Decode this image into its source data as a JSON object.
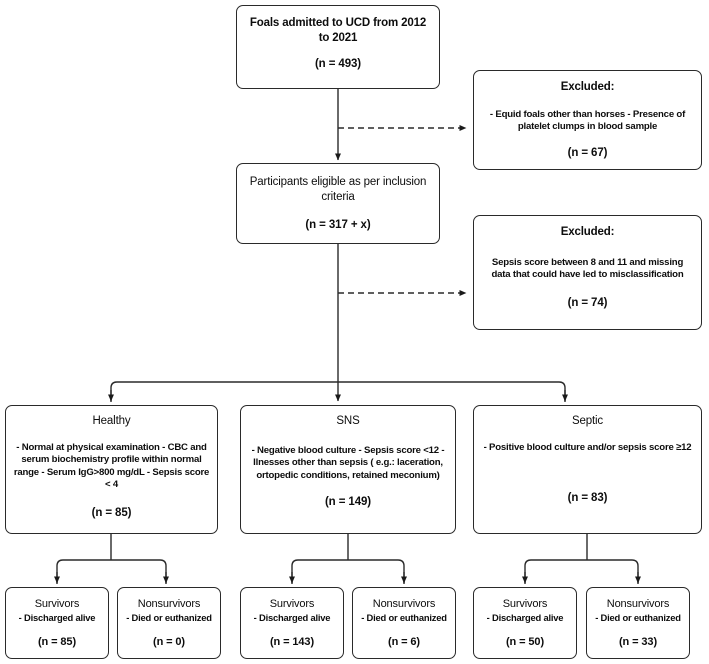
{
  "diagram": {
    "title": "Study participant flow diagram",
    "line_color": "#2a2a2a",
    "box_border_color": "#2a2a2a",
    "background": "#ffffff"
  },
  "nodes": {
    "admitted": {
      "header": "Foals admitted to UCD\nfrom 2012 to 2021",
      "n": "(n = 493)"
    },
    "excluded_1": {
      "header": "Excluded:",
      "details": "- Equid foals other than horses\n- Presence of platelet clumps in blood\nsample",
      "n": "(n = 67)"
    },
    "eligible": {
      "header": "Participants eligible as per inclusion\ncriteria",
      "n": "(n = 317 + x)"
    },
    "excluded_2": {
      "header": "Excluded:",
      "details": "Sepsis score between 8 and 11 and\nmissing data that could have led to\nmisclassification",
      "n": "(n = 74)"
    },
    "healthy": {
      "header": "Healthy",
      "details": "- Normal at physical examination\n- CBC and serum biochemistry profile within\nnormal range\n- Serum IgG>800 mg/dL\n- Sepsis score < 4",
      "n": "(n = 85)"
    },
    "sns": {
      "header": "SNS",
      "details": "- Negative blood culture\n- Sepsis score <12\n- Ilnesses other than sepsis ( e.g.: laceration,\nortopedic conditions, retained meconium)",
      "n": "(n = 149)"
    },
    "septic": {
      "header": "Septic",
      "details": "- Positive blood culture and/or sepsis score\n≥12",
      "n": "(n = 83)"
    }
  },
  "outcomes": [
    {
      "header": "Survivors",
      "details": "- Discharged alive",
      "n": "(n = 85)",
      "group": "Healthy"
    },
    {
      "header": "Nonsurvivors",
      "details": "- Died or euthanized",
      "n": "(n = 0)",
      "group": "Healthy"
    },
    {
      "header": "Survivors",
      "details": "- Discharged alive",
      "n": "(n = 143)",
      "group": "SNS"
    },
    {
      "header": "Nonsurvivors",
      "details": "- Died or euthanized",
      "n": "(n = 6)",
      "group": "SNS"
    },
    {
      "header": "Survivors",
      "details": "- Discharged alive",
      "n": "(n = 50)",
      "group": "Septic"
    },
    {
      "header": "Nonsurvivors",
      "details": "- Died or euthanized",
      "n": "(n = 33)",
      "group": "Septic"
    }
  ]
}
